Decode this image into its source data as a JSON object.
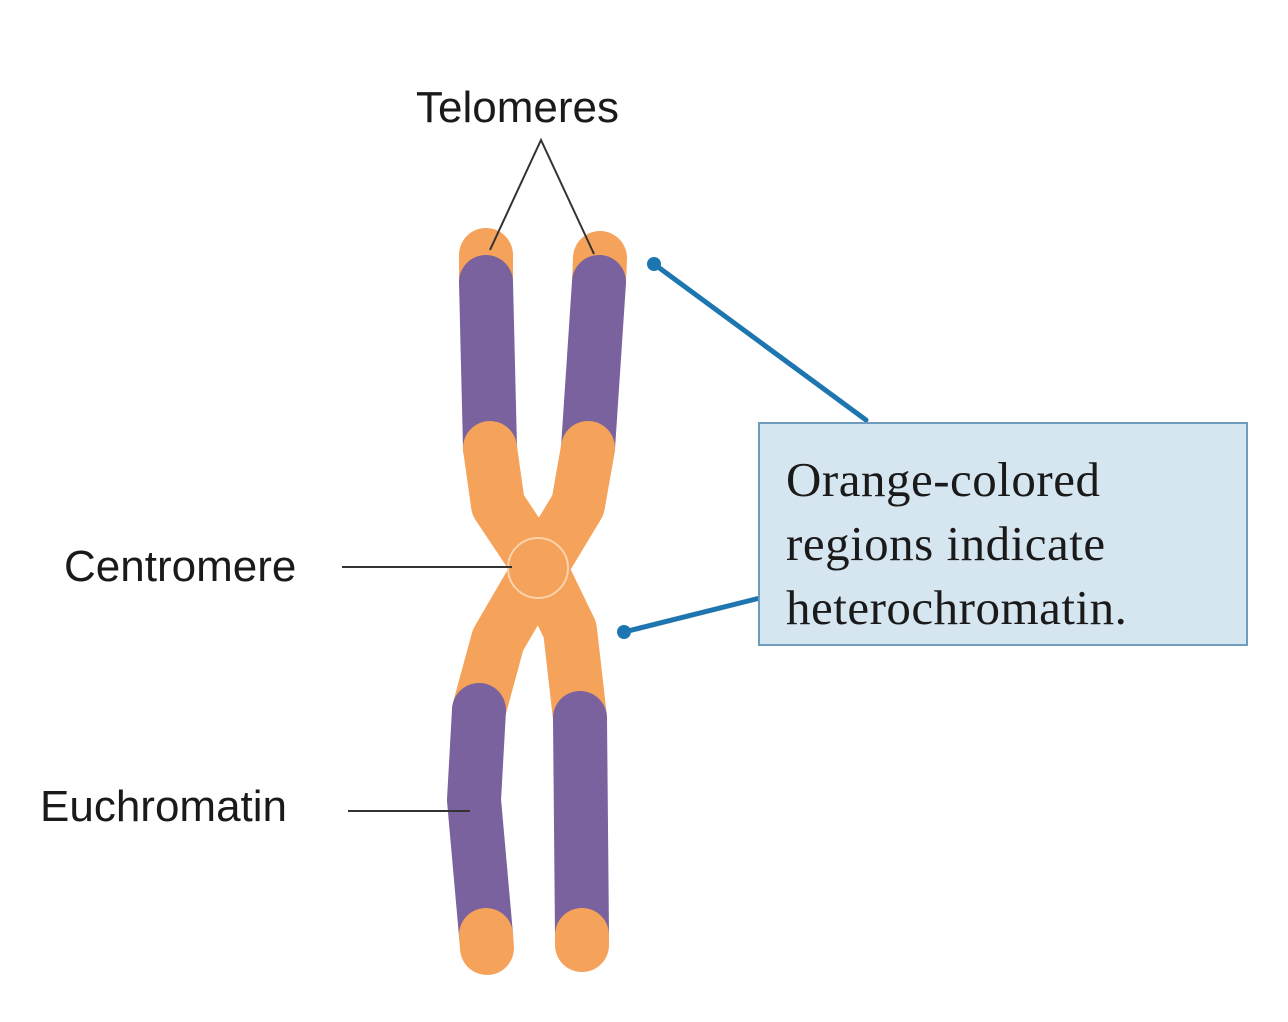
{
  "labels": {
    "telomeres": "Telomeres",
    "centromere": "Centromere",
    "euchromatin": "Euchromatin"
  },
  "callout": {
    "lines": [
      "Orange-colored",
      "regions indicate",
      "heterochromatin."
    ]
  },
  "colors": {
    "heterochromatin": "#f5a25a",
    "euchromatin": "#7a629e",
    "callout_fill": "#d6e6f1",
    "callout_border": "#6f9bbd",
    "pointer": "#1d76b0",
    "leader_line": "#333333"
  }
}
